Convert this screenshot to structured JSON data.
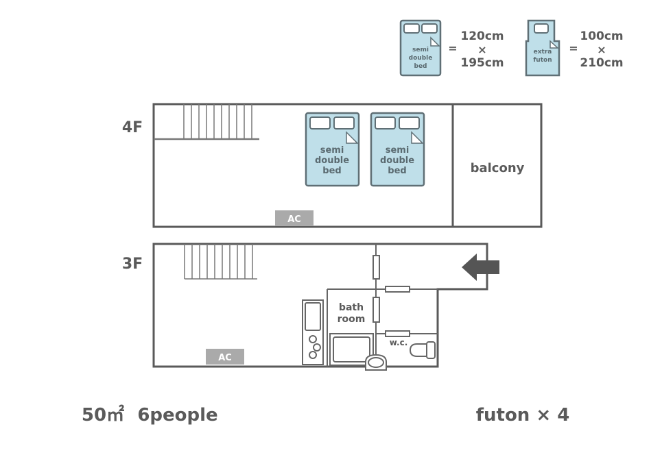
{
  "legend": {
    "bed": {
      "label_lines": [
        "semi",
        "double",
        "bed"
      ],
      "equals": "=",
      "width": "120cm",
      "times": "×",
      "length": "195cm"
    },
    "futon": {
      "label_lines": [
        "extra",
        "futon"
      ],
      "equals": "=",
      "width": "100cm",
      "times": "×",
      "length": "210cm"
    }
  },
  "floor4": {
    "label": "4F",
    "beds": [
      {
        "label_lines": [
          "semi",
          "double",
          "bed"
        ]
      },
      {
        "label_lines": [
          "semi",
          "double",
          "bed"
        ]
      }
    ],
    "ac": "AC",
    "balcony": "balcony"
  },
  "floor3": {
    "label": "3F",
    "ac": "AC",
    "bath_lines": [
      "bath",
      "room"
    ],
    "wc": "w.c."
  },
  "summary": {
    "area": "50㎡",
    "capacity": "6people",
    "futons": "futon × 4"
  },
  "colors": {
    "bed_fill": "#bfdfe9",
    "wall": "#5a5a5a",
    "ac_box": "#aaaaaa"
  }
}
